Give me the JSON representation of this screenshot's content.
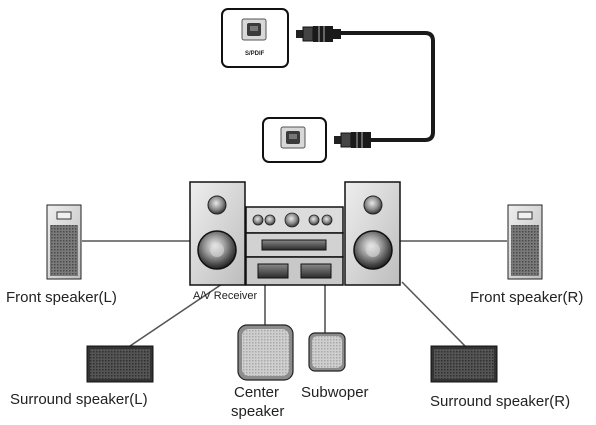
{
  "ports": {
    "spdif_label": "S/PDIF"
  },
  "labels": {
    "receiver": "A/V Receiver",
    "front_left": "Front speaker(L)",
    "front_right": "Front speaker(R)",
    "surround_left": "Surround speaker(L)",
    "surround_right": "Surround speaker(R)",
    "center_line1": "Center",
    "center_line2": "speaker",
    "subwoofer": "Subwoper"
  },
  "colors": {
    "cable": "#1a1a1a",
    "speaker_body": "#d9d9d9",
    "speaker_dark": "#3a3a3a",
    "outline": "#111111"
  }
}
